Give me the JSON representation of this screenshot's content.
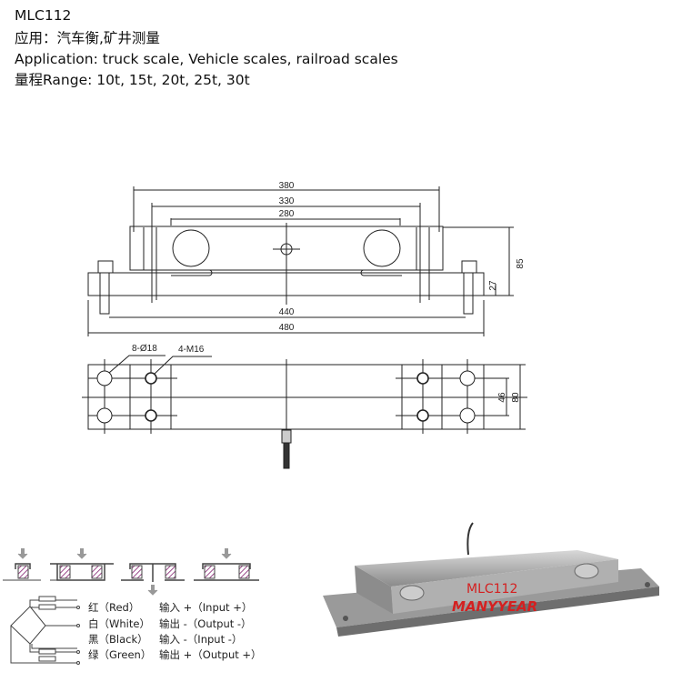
{
  "header": {
    "model": "MLC112",
    "application_cn": "应用：汽车衡,矿井测量",
    "application_en": "Application: truck scale, Vehicle scales, railroad scales",
    "range": "量程Range: 10t, 15t, 20t, 25t, 30t"
  },
  "drawing": {
    "dims": {
      "d380": "380",
      "d330": "330",
      "d280": "280",
      "d440": "440",
      "d480": "480",
      "d85": "85",
      "d27": "27",
      "d46": "46",
      "d80": "80",
      "holes": "8-Ø18",
      "threads": "4-M16"
    }
  },
  "wiring": [
    {
      "color": "红（Red）",
      "signal": "输入 +（Input +）"
    },
    {
      "color": "白（White）",
      "signal": "输出 -（Output -）"
    },
    {
      "color": "黑（Black）",
      "signal": "输入 -（Input -）"
    },
    {
      "color": "绿（Green）",
      "signal": "输出 +（Output +）"
    }
  ],
  "photo": {
    "label_model": "MLC112",
    "label_brand": "MANYYEAR",
    "label_color": "#d42020"
  }
}
